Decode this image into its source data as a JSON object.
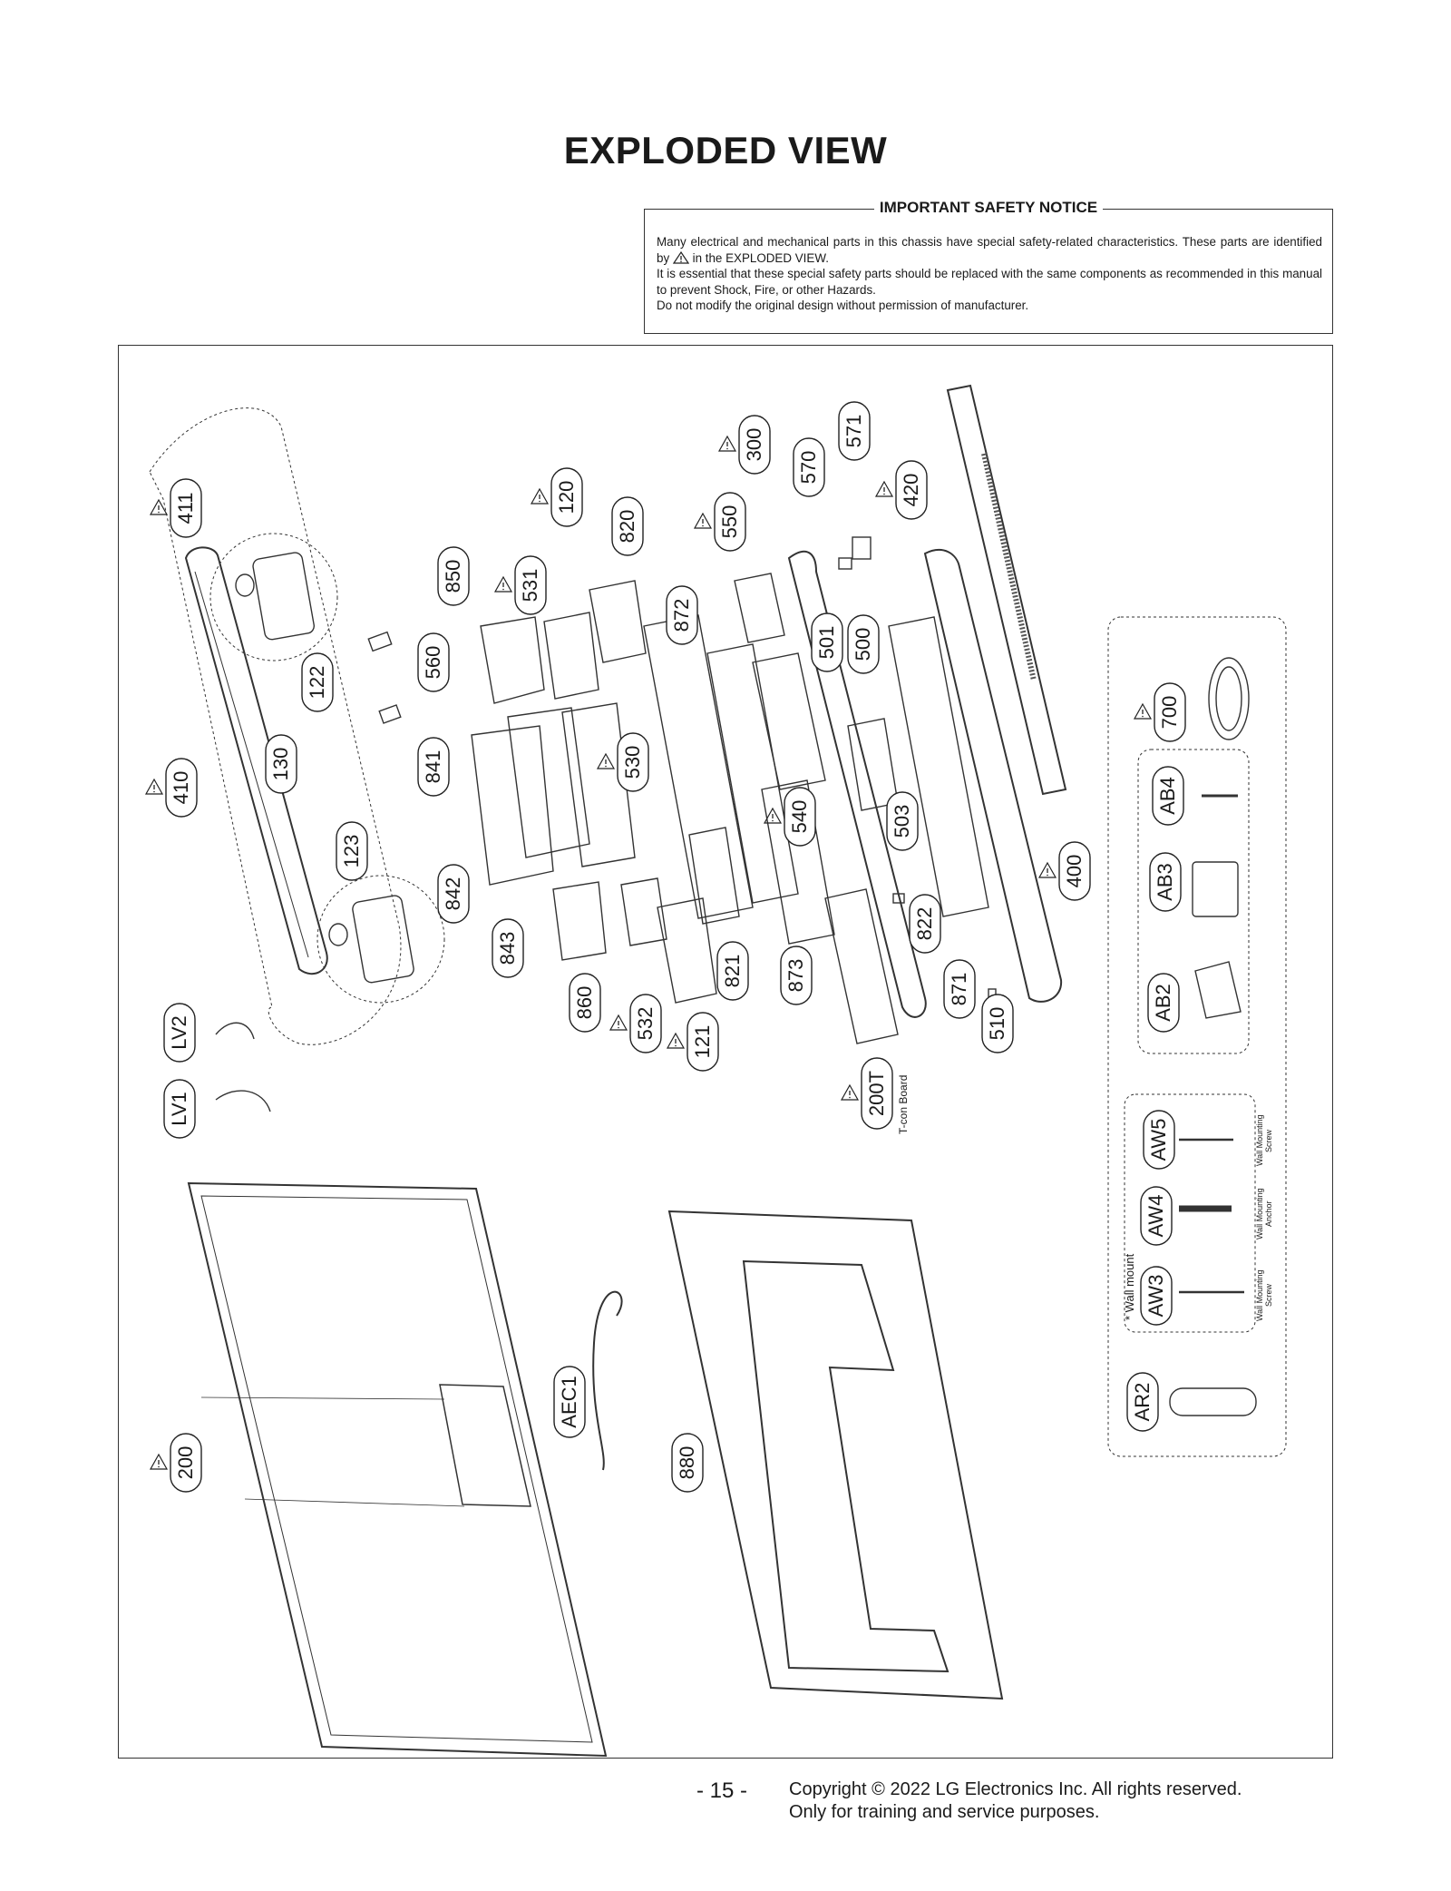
{
  "header": {
    "title": "EXPLODED VIEW"
  },
  "safety_notice": {
    "heading": "IMPORTANT SAFETY NOTICE",
    "line1": "Many electrical and mechanical parts in this chassis have special safety-related characteristics. These parts are identified by",
    "line1b": "in the EXPLODED VIEW.",
    "line2": "It is essential that these special safety parts should be replaced with the same components as recommended in this manual to prevent Shock, Fire, or other Hazards.",
    "line3": "Do not modify the original design without permission of manufacturer."
  },
  "callouts": [
    "411",
    "410",
    "122",
    "130",
    "123",
    "LV2",
    "LV1",
    "850",
    "560",
    "841",
    "842",
    "843",
    "531",
    "120",
    "860",
    "532",
    "121",
    "820",
    "872",
    "530",
    "821",
    "550",
    "300",
    "540",
    "873",
    "570",
    "571",
    "501",
    "500",
    "503",
    "200T",
    "420",
    "822",
    "871",
    "510",
    "400",
    "700",
    "AB4",
    "AB3",
    "AB2",
    "AW5",
    "AW4",
    "AW3",
    "AR2",
    "AEC1",
    "200",
    "880"
  ],
  "annotations": {
    "tcon": "T-con Board",
    "wall_mount": "* Wall mount",
    "aw5_desc": [
      "Wall Mounting",
      "Screw"
    ],
    "aw4_desc": [
      "Wall Mounting",
      "Anchor"
    ],
    "aw3_desc": [
      "Wall Mounting",
      "Screw"
    ]
  },
  "footer": {
    "page": "- 15 -",
    "copyright": "Copyright © 2022 LG Electronics Inc. All rights reserved.",
    "purpose": "Only for training and service purposes."
  }
}
